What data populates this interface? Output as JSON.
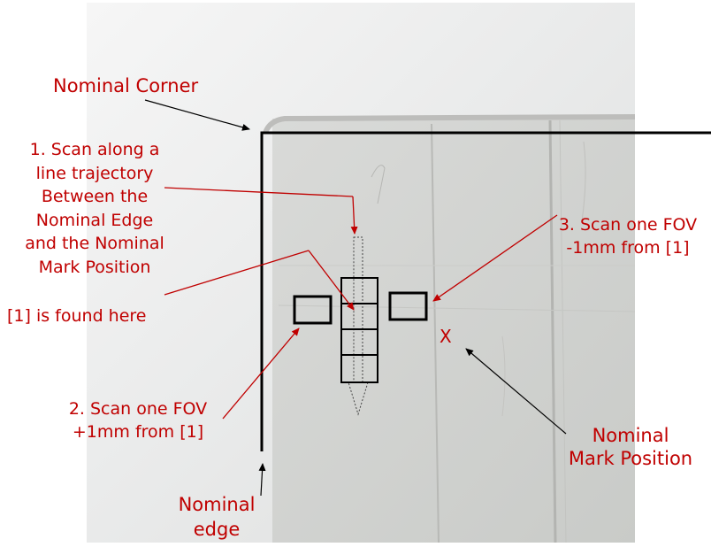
{
  "labels": {
    "nominal_corner": "Nominal Corner",
    "step1": "1. Scan along a\nline trajectory\nBetween the\nNominal Edge\nand the Nominal\nMark Position",
    "found_here": "[1] is found here",
    "step2": "2. Scan one FOV\n+1mm from [1]",
    "step3": "3. Scan one FOV\n-1mm from [1]",
    "nominal_mark": "Nominal\nMark Position",
    "nominal_edge": "Nominal\nedge",
    "mark_x": "X"
  },
  "colors": {
    "annotation_red": "#c00000",
    "arrow_black": "#000000",
    "photo_gray": "#cfcfcc",
    "background": "#ffffff"
  }
}
